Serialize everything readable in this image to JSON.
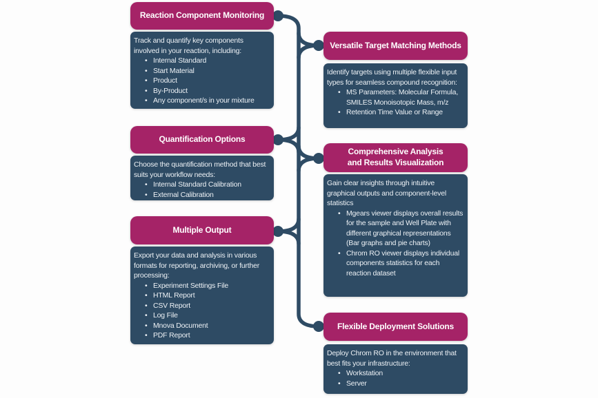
{
  "colors": {
    "canvas_bg": "#fdfdfd",
    "header_bg": "#a52367",
    "header_text": "#ffffff",
    "body_bg": "#2e4b64",
    "body_text": "#edf1f5",
    "connector": "#2e4b64"
  },
  "sections": {
    "left": [
      {
        "title_line1": "Reaction Component Monitoring",
        "intro": "Track and quantify key components involved in your reaction, including:",
        "bullets": [
          "Internal Standard",
          "Start Material",
          "Product",
          "By-Product",
          "Any component/s in your mixture"
        ]
      },
      {
        "title_line1": "Quantification Options",
        "intro": "Choose the quantification method that best suits your workflow needs:",
        "bullets": [
          "Internal Standard Calibration",
          "External Calibration"
        ]
      },
      {
        "title_line1": "Multiple Output",
        "intro": "Export your data and analysis in various formats for reporting, archiving, or further processing:",
        "bullets": [
          "Experiment Settings File",
          "HTML Report",
          "CSV Report",
          "Log File",
          "Mnova Document",
          "PDF Report"
        ]
      }
    ],
    "right": [
      {
        "title_line1": "Versatile Target Matching Methods",
        "intro": "Identify targets using multiple flexible input types for seamless compound recognition:",
        "bullets": [
          "MS Parameters: Molecular Formula, SMILES Monoisotopic Mass, m/z",
          "Retention Time Value or Range"
        ]
      },
      {
        "title_line1": "Comprehensive Analysis",
        "title_line2": "and Results Visualization",
        "intro": "Gain clear insights through intuitive graphical outputs and component-level statistics",
        "bullets": [
          "Mgears viewer displays overall results for the sample and Well Plate with different graphical representations (Bar graphs and pie charts)",
          "Chrom RO viewer displays individual components statistics for each reaction dataset"
        ]
      },
      {
        "title_line1": "Flexible Deployment Solutions",
        "intro": "Deploy Chrom RO in the environment that best fits your infrastructure:",
        "bullets": [
          "Workstation",
          "Server"
        ]
      }
    ]
  }
}
